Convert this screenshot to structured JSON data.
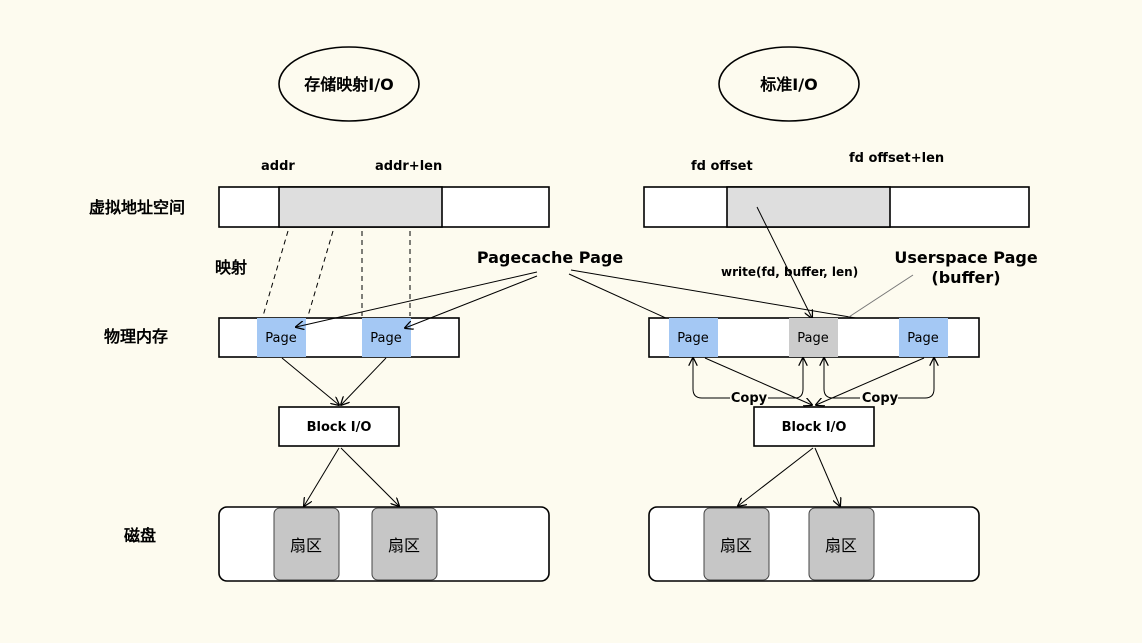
{
  "titles": {
    "mmap": "存储映射I/O",
    "standard": "标准I/O"
  },
  "row_labels": {
    "virtual_address_space": "虚拟地址空间",
    "mapping": "映射",
    "physical_memory": "物理内存",
    "disk": "磁盘"
  },
  "left": {
    "addr": "addr",
    "addr_len": "addr+len",
    "page_1": "Page",
    "page_2": "Page",
    "block_io": "Block I/O",
    "sector_1": "扇区",
    "sector_2": "扇区"
  },
  "right": {
    "fd_offset": "fd offset",
    "fd_offset_len": "fd offset+len",
    "write_call": "write(fd, buffer, len)",
    "userspace_page": "Userspace Page",
    "userspace_page_sub": "(buffer)",
    "page_1": "Page",
    "page_buffer": "Page",
    "page_2": "Page",
    "copy_1": "Copy",
    "copy_2": "Copy",
    "block_io": "Block I/O",
    "sector_1": "扇区",
    "sector_2": "扇区"
  },
  "pagecache_label": "Pagecache Page",
  "colors": {
    "background": "#fdfbef",
    "page_blue": "#a4c8f4",
    "page_grey": "#cccccc",
    "mapped_region": "#dedede",
    "sector": "#c6c6c6"
  }
}
